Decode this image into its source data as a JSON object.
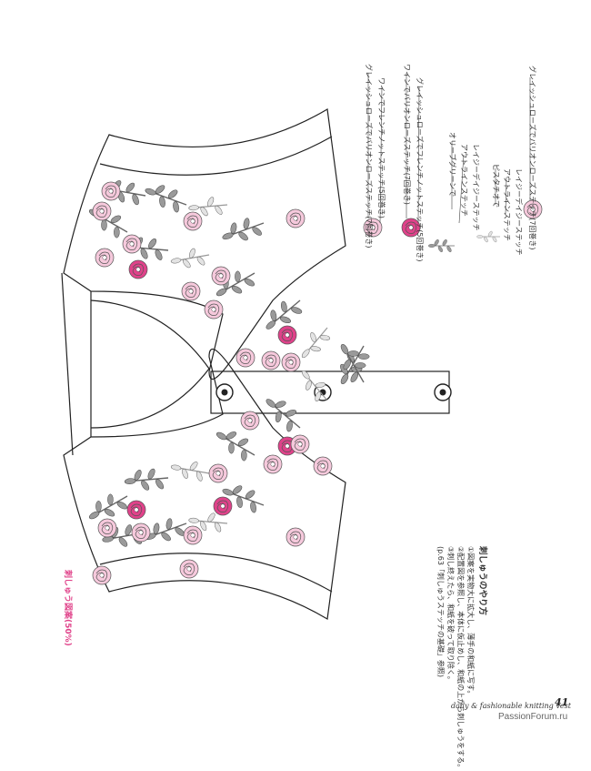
{
  "pattern_title": "刺しゅう図案(50%)",
  "legend": [
    {
      "label": "グレイッシュローズでバリオンローズステッチ(7回巻き)",
      "color": "#f6c9dc"
    },
    {
      "label": "ワインでフレンチノットステッチ(5回巻き)",
      "color": "#e0428a"
    },
    {
      "label": "ワインでバリオンローズステッチ(7回巻き)",
      "color": "#e0428a"
    },
    {
      "label": "グレイッシュローズでフレンチノットステッチ(5回巻き)",
      "color": "#f6c9dc"
    },
    {
      "label": "オリーブグリーンで",
      "color": "#8a8a8a"
    },
    {
      "label": "アウトラインステッチ",
      "color": "#8a8a8a"
    },
    {
      "label": "レイジーデイジーステッチ",
      "color": "#8a8a8a"
    },
    {
      "label": "ピスタチオで",
      "color": "#c8c8c8"
    },
    {
      "label": "アウトラインステッチ",
      "color": "#c8c8c8"
    },
    {
      "label": "レイジーデイジーステッチ",
      "color": "#c8c8c8"
    },
    {
      "label": "グレイッシュローズでバリオンローズステッチ(7回巻き)",
      "color": "#f6c9dc"
    }
  ],
  "howto": {
    "title": "刺しゅうのやり方",
    "steps": [
      "①図案を実物大に拡大し、薄手の和紙に写す。",
      "②配置図を参照し、本体に仮止めし、和紙の上から刺しゅうをする。",
      "③刺し終えたら、和紙を破って取り除く。",
      "(p.63「刺しゅうステッチの基礎」参照)"
    ]
  },
  "footer": "daily & fashionable knitting vest",
  "page_number": "41",
  "watermark": "PassionForum.ru"
}
